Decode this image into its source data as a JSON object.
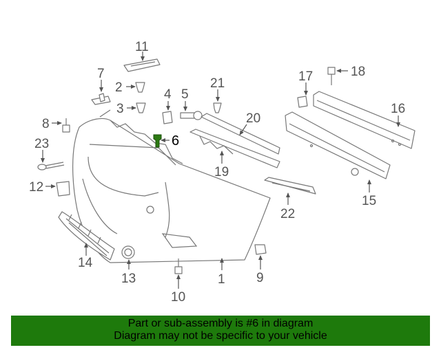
{
  "diagram": {
    "callouts": [
      "1",
      "2",
      "3",
      "4",
      "5",
      "6",
      "7",
      "8",
      "9",
      "10",
      "11",
      "12",
      "13",
      "14",
      "15",
      "16",
      "17",
      "18",
      "19",
      "20",
      "21",
      "22",
      "23"
    ],
    "highlight_part": "6",
    "highlight_color": "#2c7a12"
  },
  "footer": {
    "line1": "Part or sub-assembly is #6 in diagram",
    "line2": "Diagram may not be specific to your vehicle",
    "background": "#1e7a0c"
  }
}
